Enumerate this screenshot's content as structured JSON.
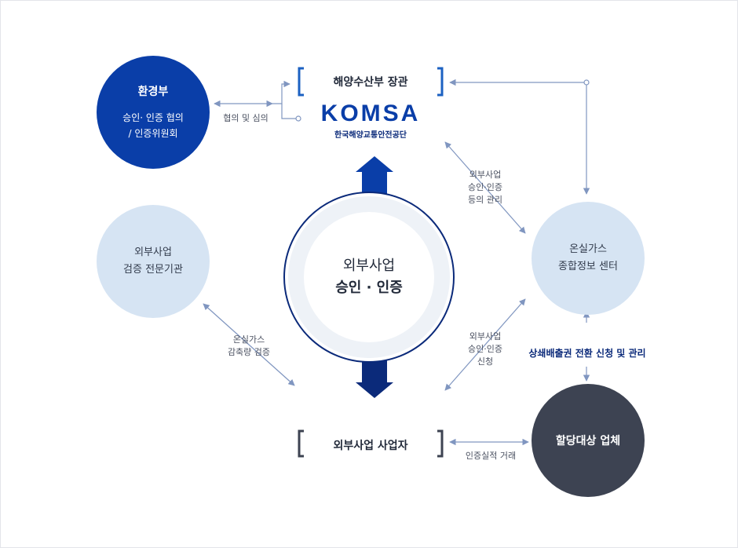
{
  "nodes": {
    "ministry_env": {
      "title": "환경부",
      "sub1": "승인· 인증 협의",
      "sub2": "/ 인증위원회"
    },
    "verifier": {
      "line1": "외부사업",
      "line2": "검증 전문기관"
    },
    "center": {
      "line1": "외부사업",
      "line2": "승인 · 인증"
    },
    "ghg_center": {
      "line1": "온실가스",
      "line2": "종합정보 센터"
    },
    "allocated": {
      "title": "할당대상 업체"
    },
    "mof": {
      "title": "해양수산부 장관",
      "logo": "KOMSA",
      "logo_sub": "한국해양교통안전공단"
    },
    "operator": {
      "title": "외부사업 사업자"
    }
  },
  "edge_labels": {
    "consult": "협의 및 심의",
    "approval_manage": [
      "외부사업",
      "승인·인증",
      "등의 관리"
    ],
    "ghg_verify": [
      "온실가스",
      "감축량 검증"
    ],
    "approval_apply": [
      "외부사업",
      "승인·인증",
      "신청"
    ],
    "offset_convert": "상쇄배출권 전환 신청 및 관리",
    "cert_trade": "인증실적 거래"
  },
  "colors": {
    "blue": "#0a3ea8",
    "light_blue": "#d6e4f3",
    "dark": "#3d4352",
    "navy_text": "#0b2a7a",
    "bracket_blue": "#1c61c2",
    "arrow": "#8096c0"
  },
  "icons": [
    "bracket-icon",
    "double-arrow-icon",
    "arrowhead-icon"
  ]
}
